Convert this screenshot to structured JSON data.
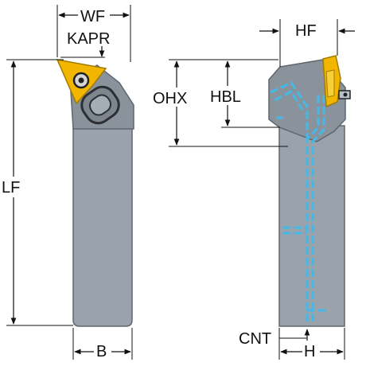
{
  "labels": {
    "wf": "WF",
    "kapr": "KAPR",
    "lf": "LF",
    "b": "B",
    "ohx": "OHX",
    "hbl": "HBL",
    "hf": "HF",
    "cnt": "CNT",
    "h": "H"
  },
  "colors": {
    "shank": "#9aa3ab",
    "shank_edge": "#5f666d",
    "head": "#8a939b",
    "insert": "#f2b600",
    "insert_edge": "#a27a00",
    "coolant": "#46b8e8",
    "dim_line": "#111111"
  }
}
